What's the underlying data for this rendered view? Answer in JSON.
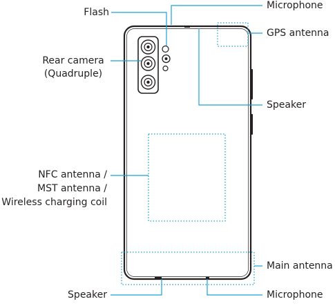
{
  "labels": {
    "flash": "Flash",
    "microphone_top": "Microphone",
    "gps_antenna": "GPS antenna",
    "rear_camera_line1": "Rear camera",
    "rear_camera_line2": "(Quadruple)",
    "speaker_right": "Speaker",
    "nfc_line1": "NFC antenna /",
    "nfc_line2": "MST antenna /",
    "nfc_line3": "Wireless charging coil",
    "main_antenna": "Main antenna",
    "speaker_bottom": "Speaker",
    "microphone_bottom": "Microphone"
  },
  "colors": {
    "leader_line": "#1aa0d8",
    "phone_outline": "#231f20",
    "text": "#231f20"
  }
}
